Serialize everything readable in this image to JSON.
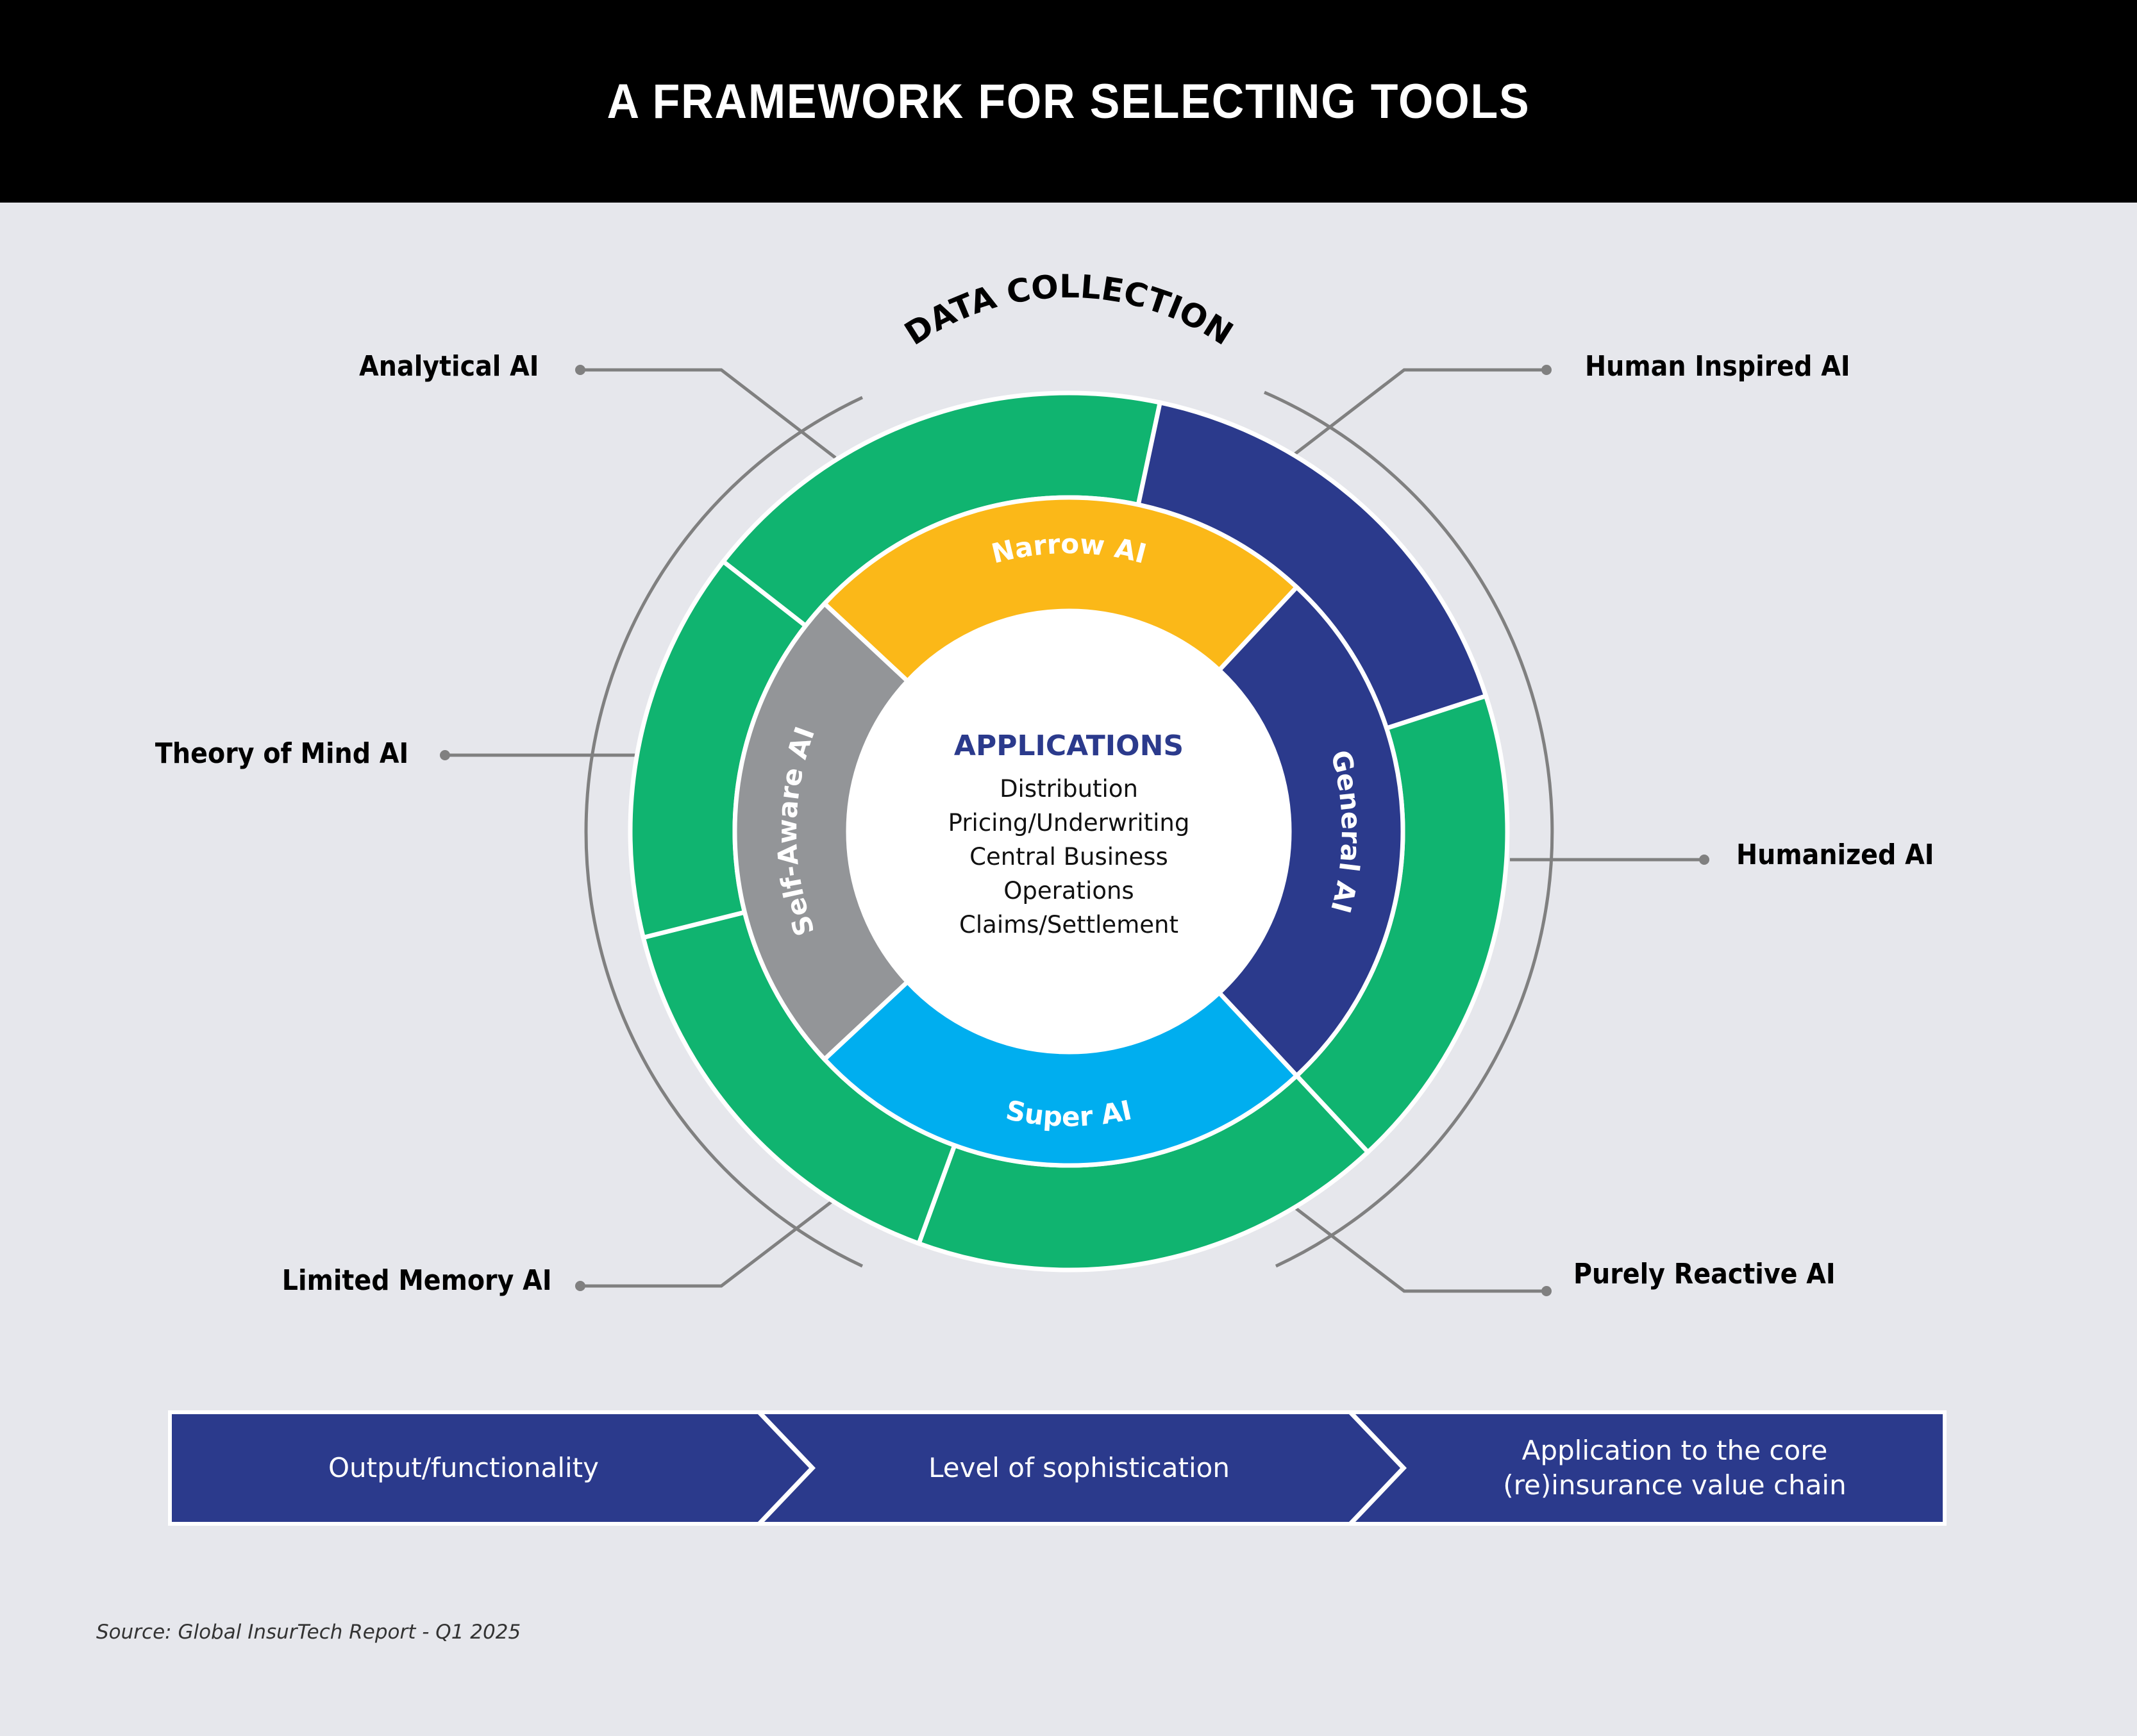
{
  "header": {
    "title": "A FRAMEWORK FOR SELECTING TOOLS"
  },
  "diagram": {
    "arc_label": "DATA COLLECTION",
    "center": {
      "title": "APPLICATIONS",
      "items": [
        "Distribution",
        "Pricing/Underwriting",
        "Central Business",
        "Operations",
        "Claims/Settlement"
      ]
    },
    "inner_ring": [
      {
        "label": "Narrow AI",
        "color": "#fbb818"
      },
      {
        "label": "General AI",
        "color": "#2b3a8c"
      },
      {
        "label": "Super AI",
        "color": "#00aeef"
      },
      {
        "label": "Self-Aware AI",
        "color": "#939598"
      }
    ],
    "outer_ring": [
      {
        "name": "analytical",
        "color": "#10b470"
      },
      {
        "name": "human-inspired",
        "color": "#2b3a8c"
      },
      {
        "name": "humanized",
        "color": "#10b470"
      },
      {
        "name": "purely-reactive",
        "color": "#10b470"
      },
      {
        "name": "limited-memory",
        "color": "#10b470"
      },
      {
        "name": "theory-of-mind",
        "color": "#10b470"
      }
    ],
    "callouts": {
      "analytical": "Analytical AI",
      "human_inspired": "Human Inspired AI",
      "theory_of_mind": "Theory of Mind AI",
      "humanized": "Humanized AI",
      "limited_memory": "Limited Memory AI",
      "purely_reactive": "Purely Reactive AI"
    },
    "colors": {
      "background": "#e6e7ec",
      "leader": "#808080",
      "title_blue": "#2b3a8c"
    }
  },
  "banner": {
    "steps": [
      {
        "line1": "Output/functionality",
        "line2": ""
      },
      {
        "line1": "Level of sophistication",
        "line2": ""
      },
      {
        "line1": "Application to the core",
        "line2": "(re)insurance value chain"
      }
    ],
    "color": "#2b3a8c"
  },
  "footer": {
    "source": "Source: Global InsurTech Report - Q1 2025"
  }
}
